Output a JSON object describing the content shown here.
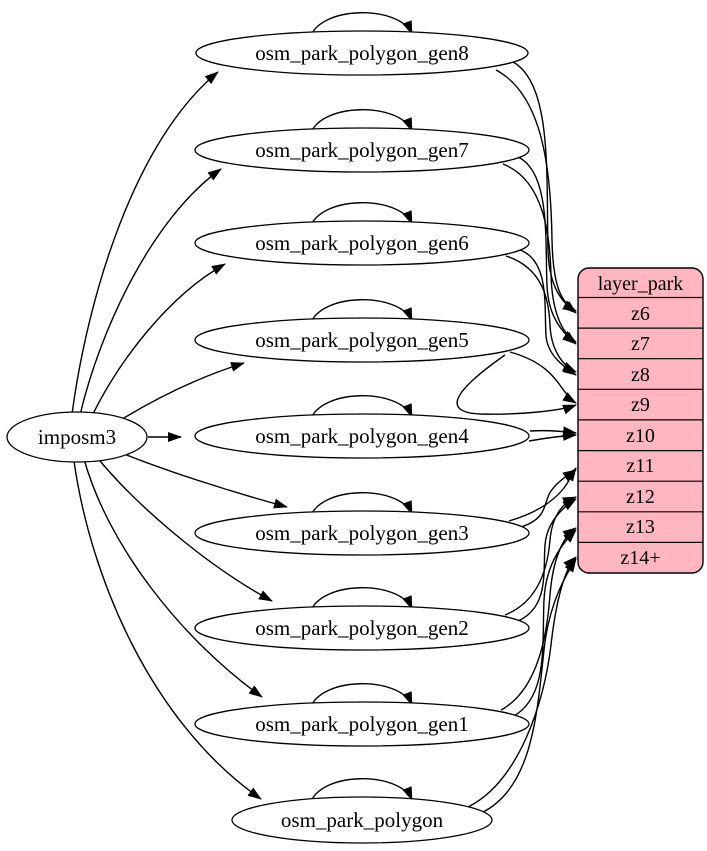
{
  "diagram": {
    "kind": "etl-graph",
    "source": {
      "label": "imposm3"
    },
    "tables": [
      {
        "label": "osm_park_polygon_gen8",
        "zoom_target": "z6"
      },
      {
        "label": "osm_park_polygon_gen7",
        "zoom_target": "z7"
      },
      {
        "label": "osm_park_polygon_gen6",
        "zoom_target": "z8"
      },
      {
        "label": "osm_park_polygon_gen5",
        "zoom_target": "z9"
      },
      {
        "label": "osm_park_polygon_gen4",
        "zoom_target": "z10"
      },
      {
        "label": "osm_park_polygon_gen3",
        "zoom_target": "z11"
      },
      {
        "label": "osm_park_polygon_gen2",
        "zoom_target": "z12"
      },
      {
        "label": "osm_park_polygon_gen1",
        "zoom_target": "z13"
      },
      {
        "label": "osm_park_polygon",
        "zoom_target": "z14+"
      }
    ],
    "layer_table": {
      "title": "layer_park",
      "rows": [
        {
          "label": "z6"
        },
        {
          "label": "z7"
        },
        {
          "label": "z8"
        },
        {
          "label": "z9"
        },
        {
          "label": "z10"
        },
        {
          "label": "z11"
        },
        {
          "label": "z12"
        },
        {
          "label": "z13"
        },
        {
          "label": "z14+"
        }
      ]
    },
    "colors": {
      "layer_fill": "#ffb6c1",
      "node_fill": "#ffffff",
      "edge": "#000000",
      "background": "#ffffff"
    }
  }
}
